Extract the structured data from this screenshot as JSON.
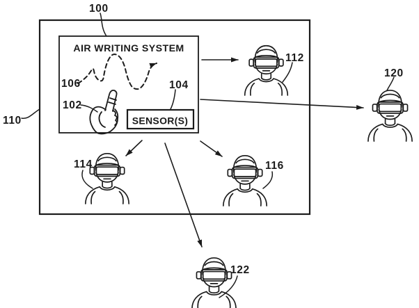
{
  "figure": {
    "background": "#ffffff",
    "ink_color": "#1b1b1b",
    "environment": {
      "ref": "110"
    },
    "system": {
      "ref": "100",
      "title": "AIR WRITING SYSTEM",
      "hand": {
        "ref": "102"
      },
      "air_path": {
        "ref": "106"
      },
      "sensor": {
        "ref": "104",
        "label": "SENSOR(S)"
      }
    },
    "users": [
      {
        "ref": "112"
      },
      {
        "ref": "114"
      },
      {
        "ref": "116"
      },
      {
        "ref": "120"
      },
      {
        "ref": "122"
      }
    ]
  }
}
